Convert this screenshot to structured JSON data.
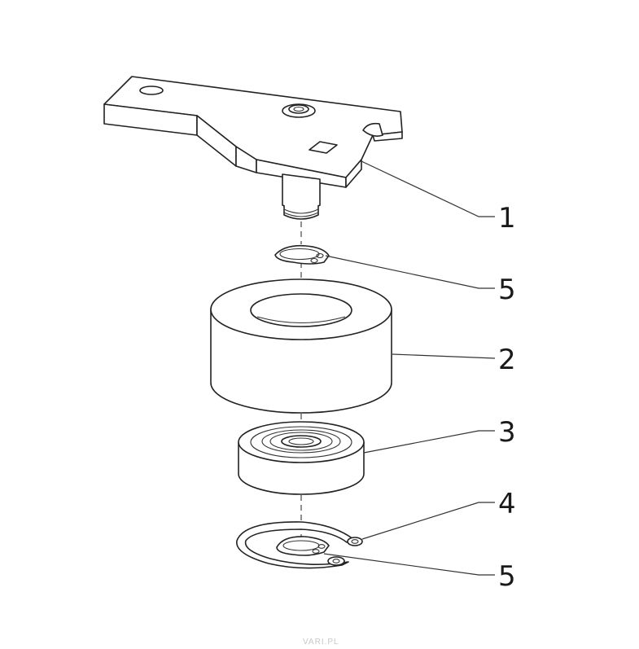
{
  "diagram": {
    "colors": {
      "line": "#222222",
      "fill": "#ffffff",
      "shade": "#e6e6e6",
      "watermark": "#c8c8c8"
    },
    "labels": [
      {
        "id": "label-1",
        "text": "1"
      },
      {
        "id": "label-5-upper",
        "text": "5"
      },
      {
        "id": "label-2",
        "text": "2"
      },
      {
        "id": "label-3",
        "text": "3"
      },
      {
        "id": "label-4",
        "text": "4"
      },
      {
        "id": "label-5-lower",
        "text": "5"
      }
    ],
    "watermark": "VARI.PL"
  }
}
